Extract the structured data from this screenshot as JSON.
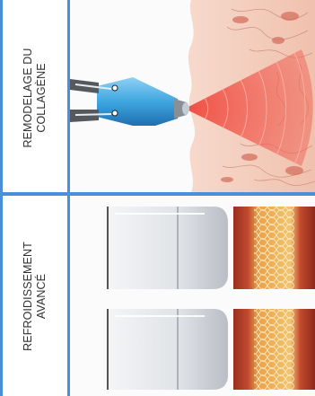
{
  "panels": {
    "top": {
      "label_line1": "REMODELAGE DU",
      "label_line2": "COLLAGÈNE",
      "illustration": "radiofrequency-handpiece-collagen-illustration"
    },
    "bottom": {
      "label_line1": "REFROIDISSEMENT",
      "label_line2": "AVANCÉ",
      "illustration": "cooling-tip-skin-layers-illustration"
    }
  },
  "colors": {
    "border_blue": "#4a8fd8",
    "beam_red": "#e8413c",
    "handpiece_blue": "#3fa7e0",
    "skin_pink": "#f2c7b8",
    "tissue_orange": "#e8a24a",
    "dermis_red": "#b4422a"
  }
}
